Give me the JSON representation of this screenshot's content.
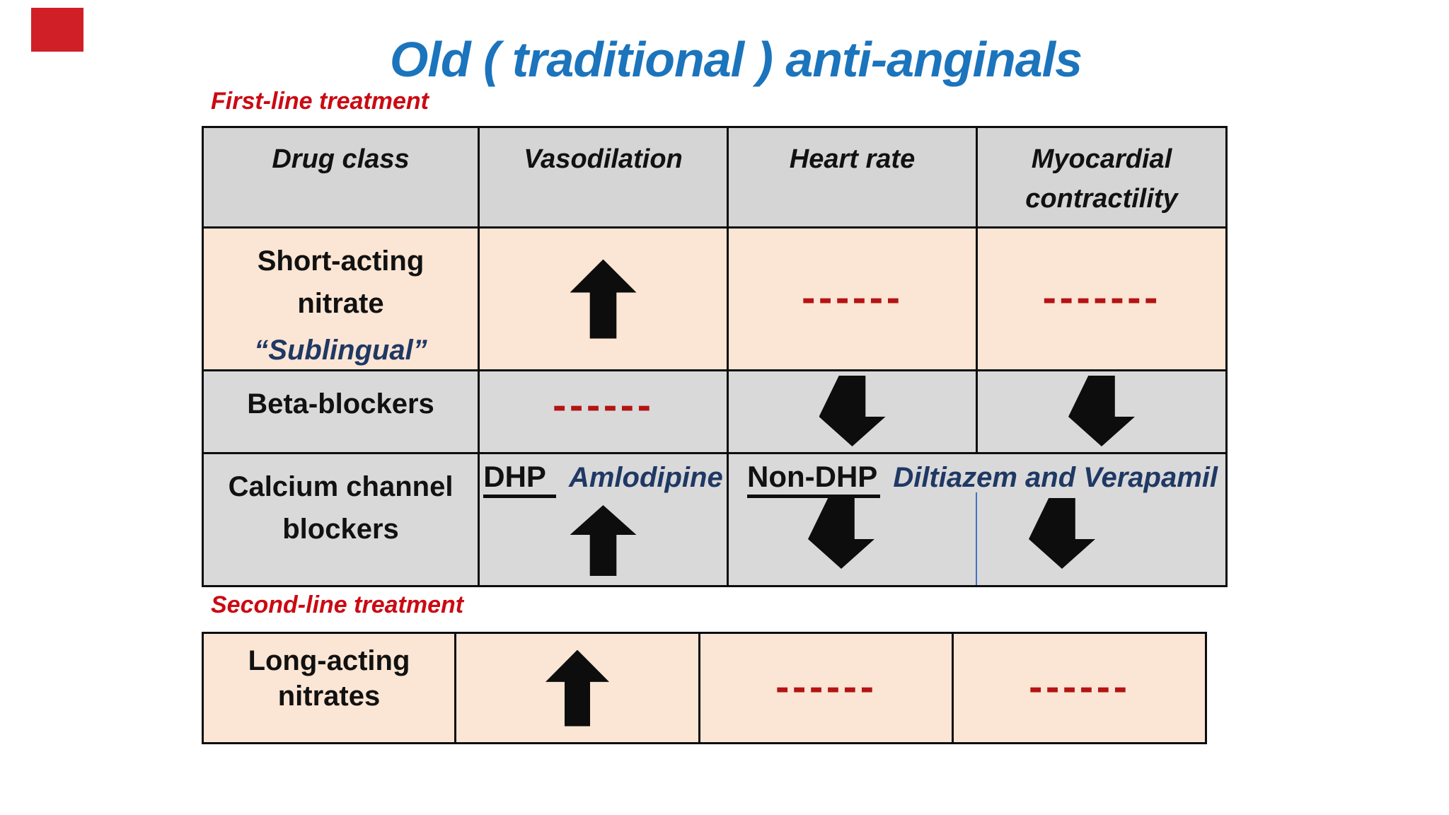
{
  "title": {
    "text": "Old ( traditional ) anti-anginals",
    "color": "#1b74bc"
  },
  "labels": {
    "first_line": "First-line treatment",
    "second_line": "Second-line treatment",
    "color": "#cb0a12"
  },
  "decor": {
    "red_box_color": "#d01f27"
  },
  "colors": {
    "header_bg": "#d5d5d5",
    "row_gray_bg": "#d9d9d9",
    "row_peach_bg": "#fbe5d4",
    "border": "#0d0d0d",
    "navy_text": "#1f3864",
    "dash_red": "#b31414",
    "blue_divider": "#4070c0",
    "arrow_black": "#0d0d0d"
  },
  "table1": {
    "headers": [
      "Drug class",
      "Vasodilation",
      "Heart rate",
      "Myocardial contractility"
    ],
    "row1": {
      "drug_line1": "Short-acting",
      "drug_line2": "nitrate",
      "drug_sub": "“Sublingual”",
      "vasodilation_icon": "up-arrow",
      "heart_rate_dashes": "------",
      "myocardial_dashes": "-------"
    },
    "row2": {
      "drug": "Beta-blockers",
      "vasodilation_dashes": "------",
      "heart_rate_icon": "down-arrow",
      "myocardial_icon": "down-arrow"
    },
    "row3": {
      "drug_line1": "Calcium channel",
      "drug_line2": "blockers",
      "dhp_label": "DHP",
      "dhp_drug": "Amlodipine",
      "dhp_icon": "up-arrow",
      "nondhp_label": "Non-DHP",
      "nondhp_drugs": "Diltiazem and Verapamil",
      "heart_rate_icon": "down-arrow",
      "myocardial_icon": "down-arrow"
    }
  },
  "table2": {
    "row": {
      "drug_line1": "Long-acting",
      "drug_line2": "nitrates",
      "vasodilation_icon": "up-arrow",
      "heart_rate_dashes": "------",
      "myocardial_dashes": "------"
    }
  }
}
